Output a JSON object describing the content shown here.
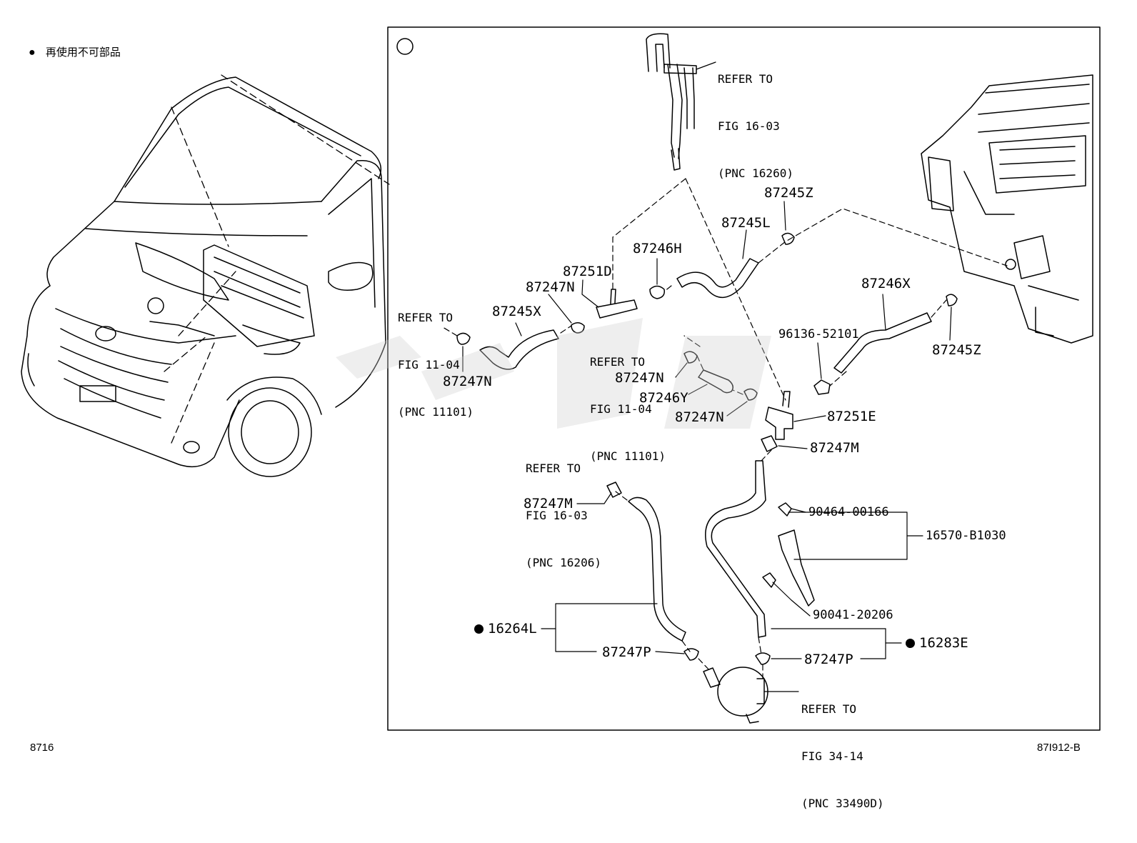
{
  "legend": {
    "bullet": "●",
    "text": "再使用不可部品"
  },
  "footer": {
    "left_code": "8716",
    "right_code": "87I912-B"
  },
  "circle_ref": "①",
  "refer_notes": [
    {
      "id": "ref-16260",
      "lines": [
        "REFER TO",
        "FIG 16-03",
        "(PNC 16260)"
      ]
    },
    {
      "id": "ref-11101-a",
      "lines": [
        "REFER TO",
        "FIG 11-04",
        "(PNC 11101)"
      ]
    },
    {
      "id": "ref-11101-b",
      "lines": [
        "REFER TO",
        "FIG 11-04",
        "(PNC 11101)"
      ]
    },
    {
      "id": "ref-16206",
      "lines": [
        "REFER TO",
        "FIG 16-03",
        "(PNC 16206)"
      ]
    },
    {
      "id": "ref-33490d",
      "lines": [
        "REFER TO",
        "FIG 34-14",
        "(PNC 33490D)"
      ]
    }
  ],
  "part_labels": {
    "p87245Z_top": "87245Z",
    "p87245L": "87245L",
    "p87246H": "87246H",
    "p87251D": "87251D",
    "p87247N_a": "87247N",
    "p87245X": "87245X",
    "p87247N_b": "87247N",
    "p87246X": "87246X",
    "p87245Z_right": "87245Z",
    "p96136": "96136-52101",
    "p87247N_c": "87247N",
    "p87246Y": "87246Y",
    "p87247N_d": "87247N",
    "p87251E": "87251E",
    "p87247M_a": "87247M",
    "p87247M_b": "87247M",
    "p90464": "90464-00166",
    "p16570": "16570-B1030",
    "p90041": "90041-20206",
    "p16264L": "16264L",
    "p87247P_a": "87247P",
    "p87247P_b": "87247P",
    "p16283E": "16283E"
  }
}
